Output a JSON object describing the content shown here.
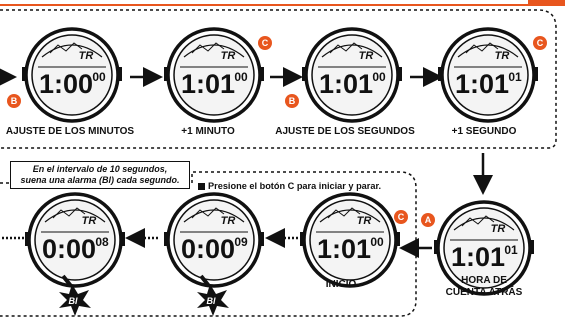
{
  "top_captions": [
    "AJUSTE DE LOS MINUTOS",
    "+1 MINUTO",
    "AJUSTE DE LOS SEGUNDOS",
    "+1 SEGUNDO"
  ],
  "bottom_captions": {
    "start": "INICIO",
    "countdown_time": [
      "HORA DE",
      "CUENTA ATRÁS"
    ]
  },
  "note": [
    "En el intervalo de 10 segundos,",
    "suena una alarma (Bl) cada segundo."
  ],
  "instruction": "Presione el botón C para iniciar y parar.",
  "buttons": {
    "a": "A",
    "b": "B",
    "c": "C"
  },
  "alarm_label": "Bl",
  "watch_header": "TR",
  "displays": {
    "w1": {
      "main": "1:00",
      "sec": "00"
    },
    "w2": {
      "main": "1:01",
      "sec": "00"
    },
    "w3": {
      "main": "1:01",
      "sec": "00"
    },
    "w4": {
      "main": "1:01",
      "sec": "01"
    },
    "w5": {
      "main": "1:01",
      "sec": "01"
    },
    "w6": {
      "main": "1:01",
      "sec": "00"
    },
    "w7": {
      "main": "0:00",
      "sec": "09"
    },
    "w8": {
      "main": "0:00",
      "sec": "08"
    }
  },
  "colors": {
    "accent": "#e8561e",
    "line": "#111111",
    "screen": "#f4f4f4"
  }
}
